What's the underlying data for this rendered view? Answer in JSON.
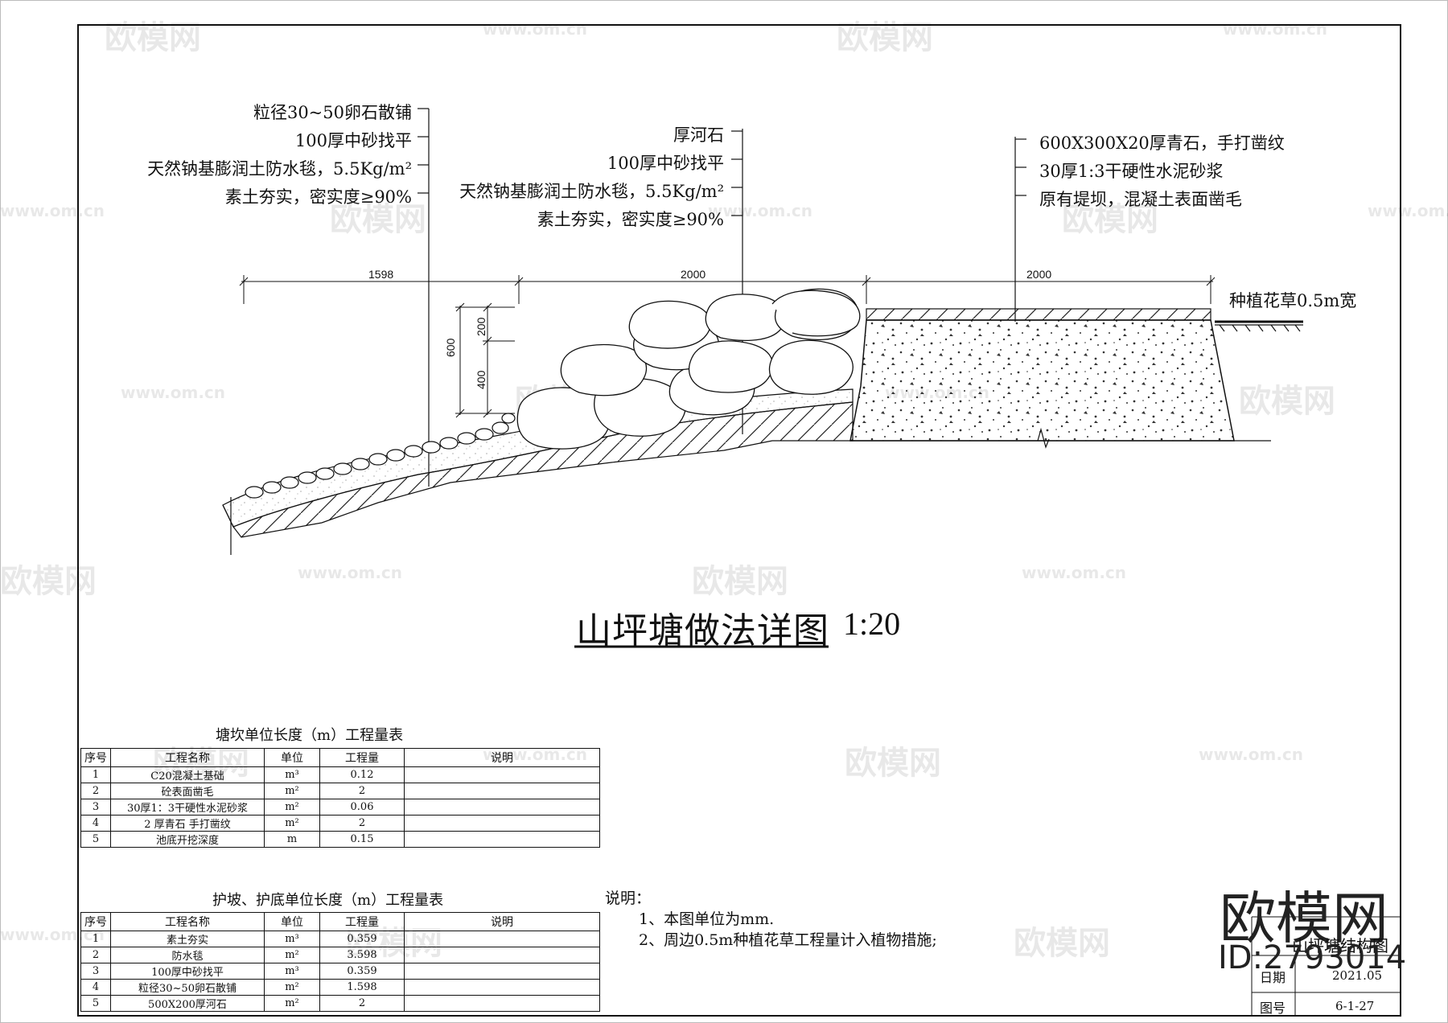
{
  "left_callout": [
    "粒径30~50卵石散铺",
    "100厚中砂找平",
    "天然钠基膨润土防水毯，5.5Kg/m²",
    "素土夯实，密实度≥90%"
  ],
  "middle_callout": [
    "厚河石",
    "100厚中砂找平",
    "天然钠基膨润土防水毯，5.5Kg/m²",
    "素土夯实，密实度≥90%"
  ],
  "right_callout": [
    "600X300X20厚青石，手打凿纹",
    "30厚1:3干硬性水泥砂浆",
    "原有堤坝，混凝土表面凿毛"
  ],
  "planting_label": "种植花草0.5m宽",
  "dimensions": {
    "d1": "1598",
    "d2": "2000",
    "d3": "2000",
    "h_total": "600",
    "h_top": "200",
    "h_bottom": "400"
  },
  "drawing_title": "山坪塘做法详图",
  "drawing_scale": "1:20",
  "table1": {
    "title": "塘坎单位长度（m）工程量表",
    "headers": [
      "序号",
      "工程名称",
      "单位",
      "工程量",
      "说明"
    ],
    "rows": [
      [
        "1",
        "C20混凝土基础",
        "m³",
        "0.12",
        ""
      ],
      [
        "2",
        "砼表面凿毛",
        "m²",
        "2",
        ""
      ],
      [
        "3",
        "30厚1：3干硬性水泥砂浆",
        "m²",
        "0.06",
        ""
      ],
      [
        "4",
        "2 厚青石  手打凿纹",
        "m²",
        "2",
        ""
      ],
      [
        "5",
        "池底开挖深度",
        "m",
        "0.15",
        ""
      ]
    ]
  },
  "table2": {
    "title": "护坡、护底单位长度（m）工程量表",
    "headers": [
      "序号",
      "工程名称",
      "单位",
      "工程量",
      "说明"
    ],
    "rows": [
      [
        "1",
        "素土夯实",
        "m³",
        "0.359",
        ""
      ],
      [
        "2",
        "防水毯",
        "m²",
        "3.598",
        ""
      ],
      [
        "3",
        "100厚中砂找平",
        "m³",
        "0.359",
        ""
      ],
      [
        "4",
        "粒径30~50卵石散铺",
        "m²",
        "1.598",
        ""
      ],
      [
        "5",
        "500X200厚河石",
        "m²",
        "2",
        ""
      ]
    ]
  },
  "notes": {
    "heading": "说明：",
    "items": [
      "1、本图单位为mm.",
      "2、周边0.5m种植花草工程量计入植物措施;"
    ]
  },
  "title_block": {
    "drawing_name": "山坪塘结构图",
    "date_label": "日期",
    "date": "2021.05",
    "number_label": "图号",
    "number": "6-1-27"
  },
  "watermark": {
    "brand": "欧模网",
    "url": "www.om.cn",
    "id": "ID:2793014"
  }
}
